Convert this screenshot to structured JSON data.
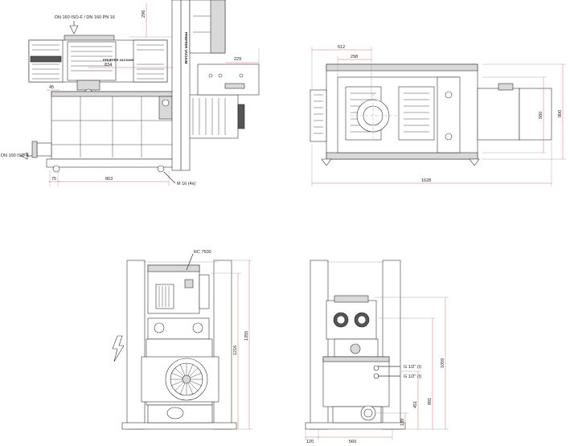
{
  "labels": {
    "inlet_flange": "DN 160 ISO-F / DN 160 PN 16",
    "outlet_flange": "DN 100 ISO-K",
    "foot_bolts": "M 16 (4x)",
    "controller": "RC 7500",
    "brand_vertical": "PFEIFFER VACUUM",
    "brand_logo": "PFEIFFER VACUUM",
    "water_port_1": "G 1/2\" (I)",
    "water_port_2": "G 1/2\" (I)"
  },
  "dimensions": {
    "d296": "296",
    "d229": "229",
    "d834": "834",
    "d45": "45",
    "d75": "75",
    "d863": "863",
    "d512": "512",
    "d298": "298",
    "d560": "560",
    "d800": "800",
    "d1628": "1628",
    "d1355": "1355",
    "d1216": "1216",
    "d1059": "1059",
    "d881": "881",
    "d451": "451",
    "d139": "139",
    "d120": "120",
    "d560b": "560"
  },
  "colors": {
    "line": "#333333",
    "dimension": "#e26b6b",
    "extension": "#999999"
  }
}
